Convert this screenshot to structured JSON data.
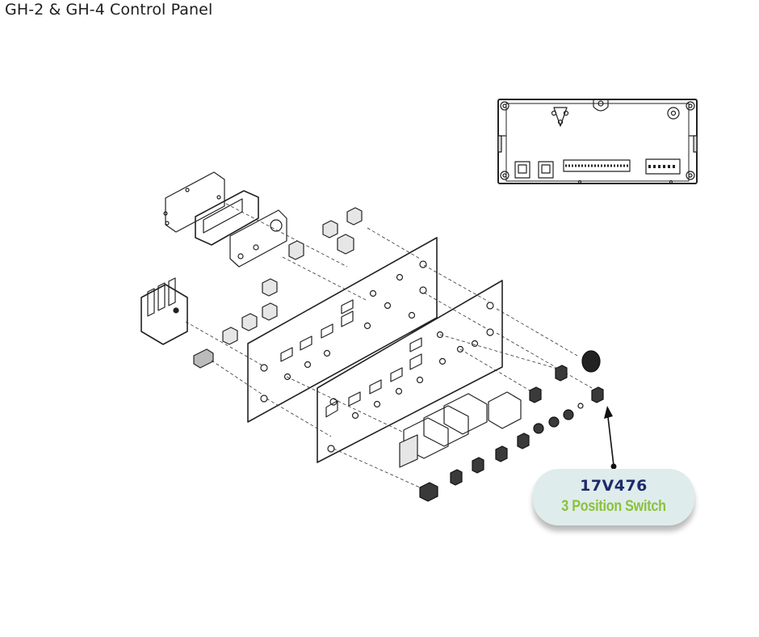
{
  "page": {
    "title": "GH-2 & GH-4 Control Panel"
  },
  "callout": {
    "part_number": "17V476",
    "part_name": "3 Position Switch",
    "part_number_color": "#1d2b6b",
    "part_name_color": "#8ac23a",
    "background_color": "#dfecec"
  },
  "icons": [
    "arrow-up-icon"
  ]
}
